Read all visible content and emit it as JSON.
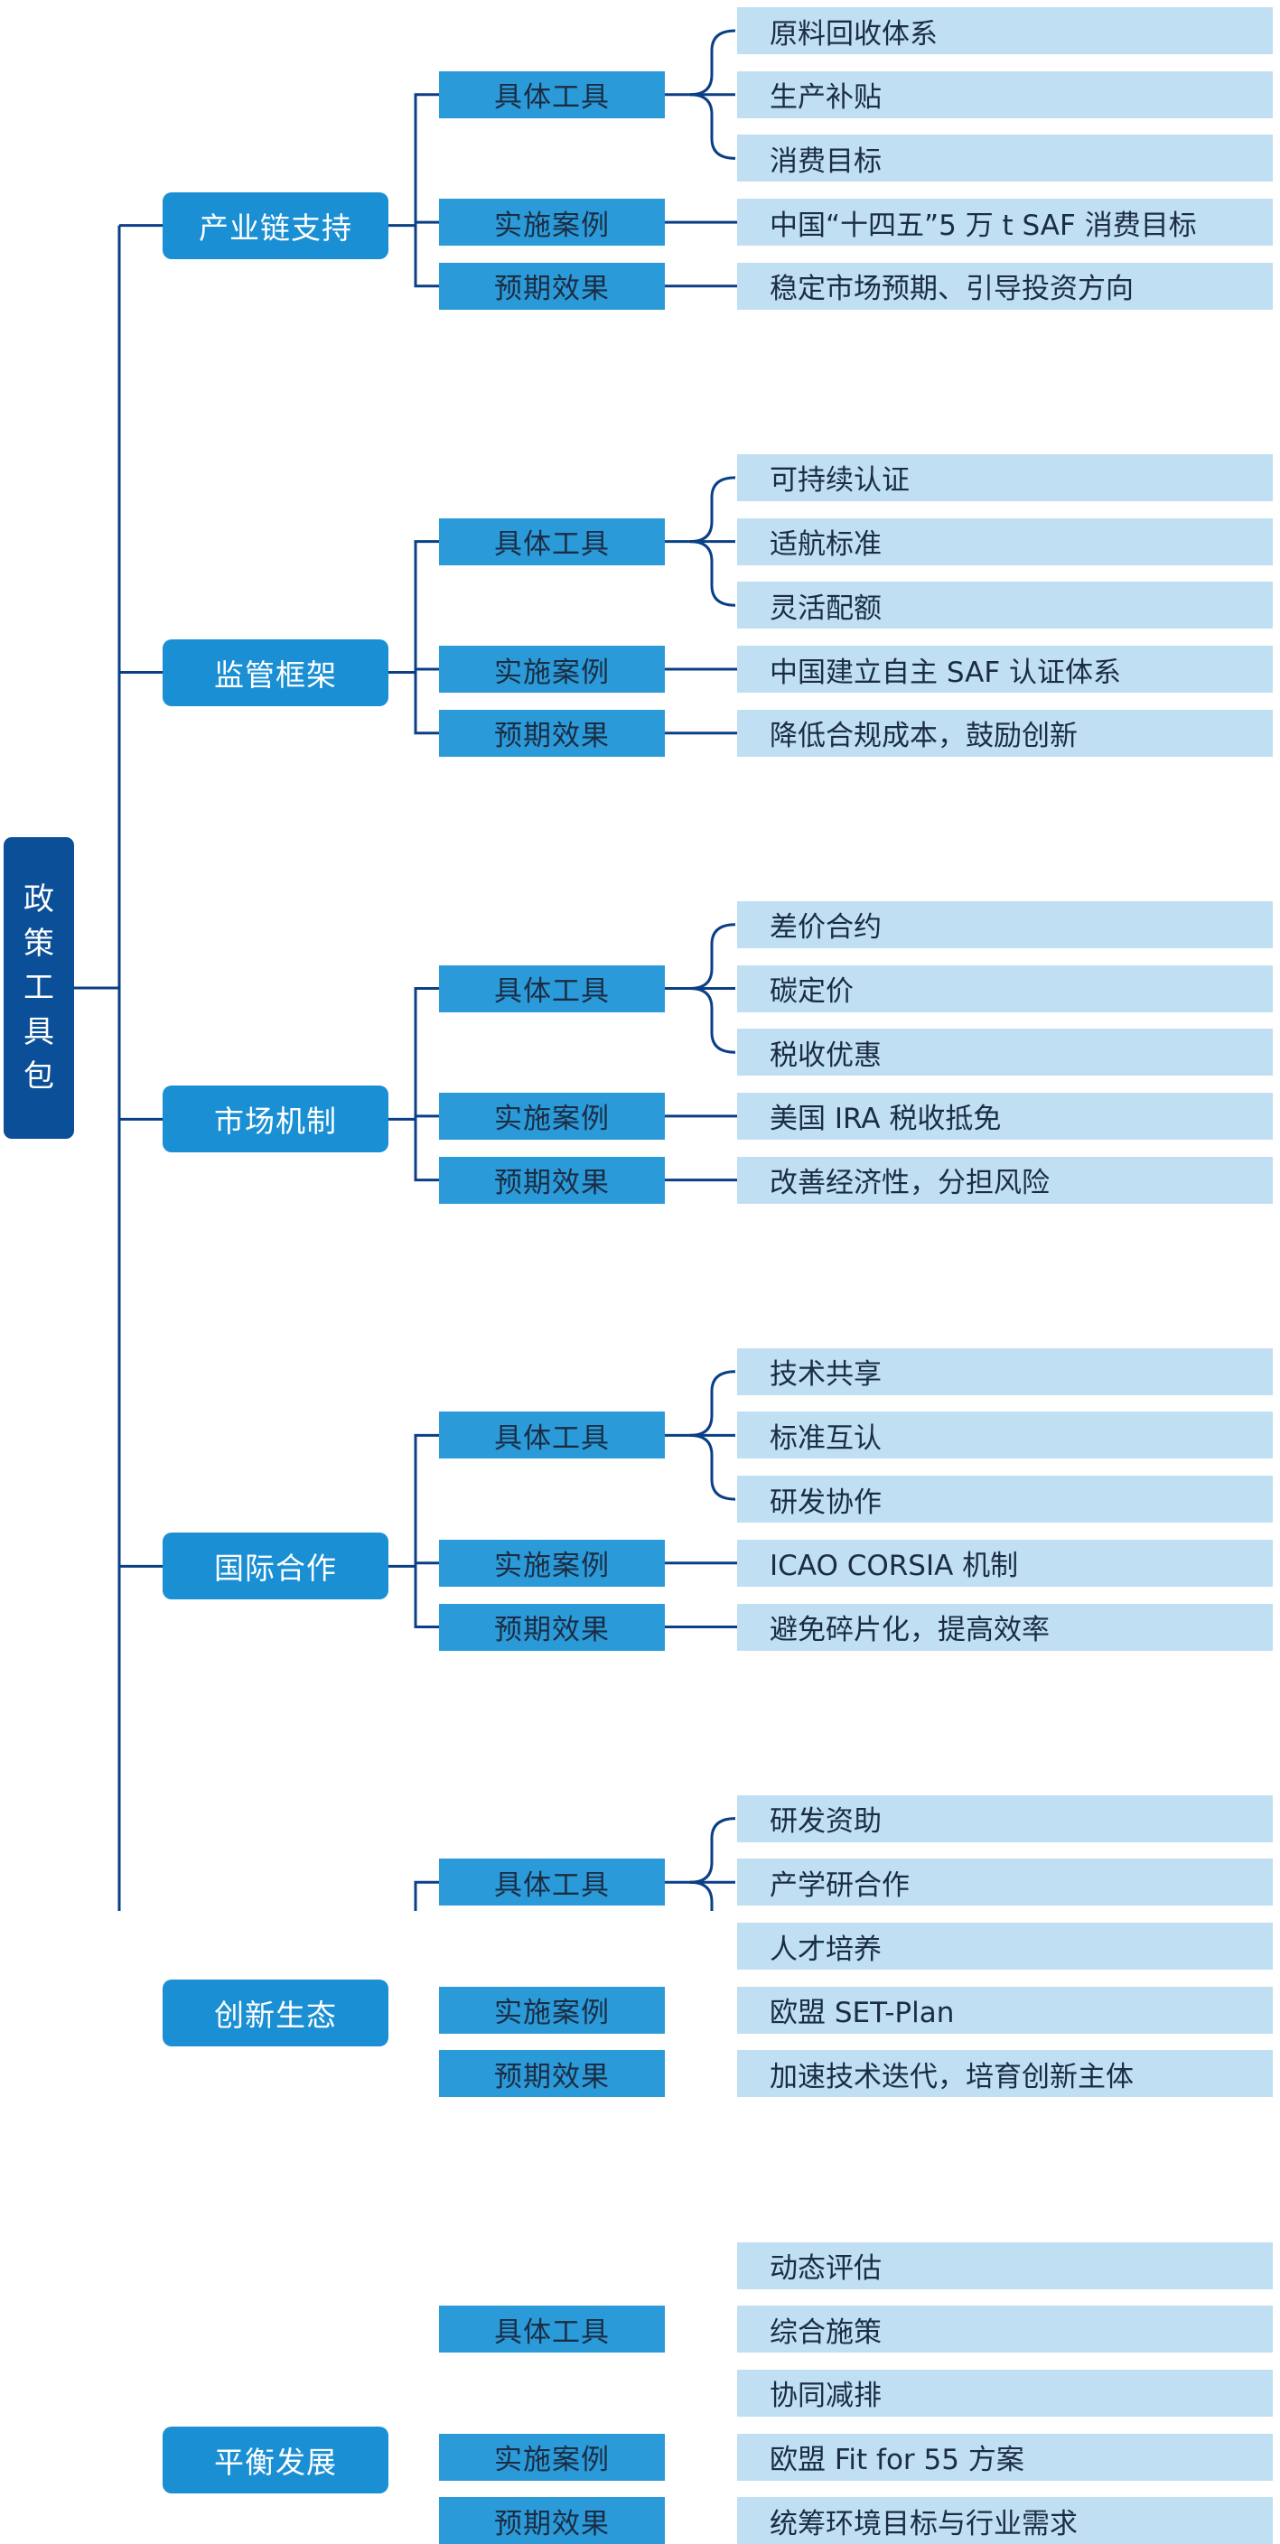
{
  "root": {
    "label": "政策工具包",
    "chars": [
      "政",
      "策",
      "工",
      "具",
      "包"
    ]
  },
  "branches": [
    {
      "label": "产业链支持",
      "tools_label": "具体工具",
      "tools": [
        "原料回收体系",
        "生产补贴",
        "消费目标"
      ],
      "case_label": "实施案例",
      "case": "中国“十四五”5 万 t SAF 消费目标",
      "effect_label": "预期效果",
      "effect": "稳定市场预期、引导投资方向"
    },
    {
      "label": "监管框架",
      "tools_label": "具体工具",
      "tools": [
        "可持续认证",
        "适航标准",
        "灵活配额"
      ],
      "case_label": "实施案例",
      "case": "中国建立自主 SAF 认证体系",
      "effect_label": "预期效果",
      "effect": "降低合规成本，鼓励创新"
    },
    {
      "label": "市场机制",
      "tools_label": "具体工具",
      "tools": [
        "差价合约",
        "碳定价",
        "税收优惠"
      ],
      "case_label": "实施案例",
      "case": "美国 IRA 税收抵免",
      "effect_label": "预期效果",
      "effect": "改善经济性，分担风险"
    },
    {
      "label": "国际合作",
      "tools_label": "具体工具",
      "tools": [
        "技术共享",
        "标准互认",
        "研发协作"
      ],
      "case_label": "实施案例",
      "case": "ICAO CORSIA 机制",
      "effect_label": "预期效果",
      "effect": "避免碎片化，提高效率"
    },
    {
      "label": "创新生态",
      "tools_label": "具体工具",
      "tools": [
        "研发资助",
        "产学研合作",
        "人才培养"
      ],
      "case_label": "实施案例",
      "case": "欧盟 SET-Plan",
      "effect_label": "预期效果",
      "effect": "加速技术迭代，培育创新主体"
    },
    {
      "label": "平衡发展",
      "tools_label": "具体工具",
      "tools": [
        "动态评估",
        "综合施策",
        "协同减排"
      ],
      "case_label": "实施案例",
      "case": "欧盟 Fit for 55 方案",
      "effect_label": "预期效果",
      "effect": "统筹环境目标与行业需求"
    }
  ],
  "colors": {
    "root_fill": "#0a4f97",
    "level1_fill": "#1a8fd3",
    "level2_fill": "#2b9ad9",
    "leaf_fill": "#c0dff3",
    "connector": "#0a3f86"
  }
}
